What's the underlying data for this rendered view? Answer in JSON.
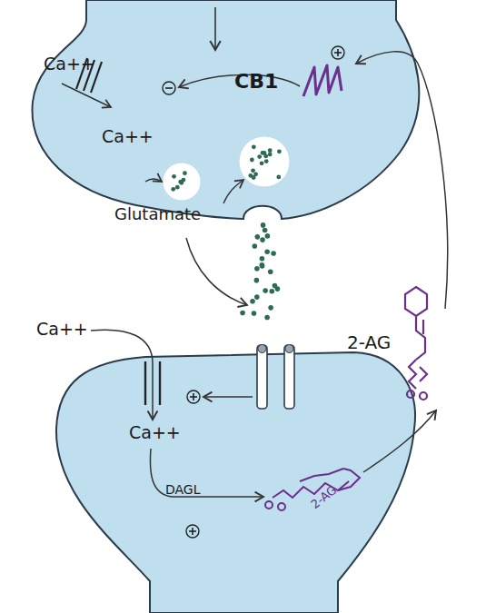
{
  "diagram": {
    "labels": [
      "Ca++",
      "Ca++",
      "CB1",
      "Glutamate",
      "Ca++",
      "2-AG",
      "Ca++",
      "DAGL",
      "2-AG"
    ]
  }
}
